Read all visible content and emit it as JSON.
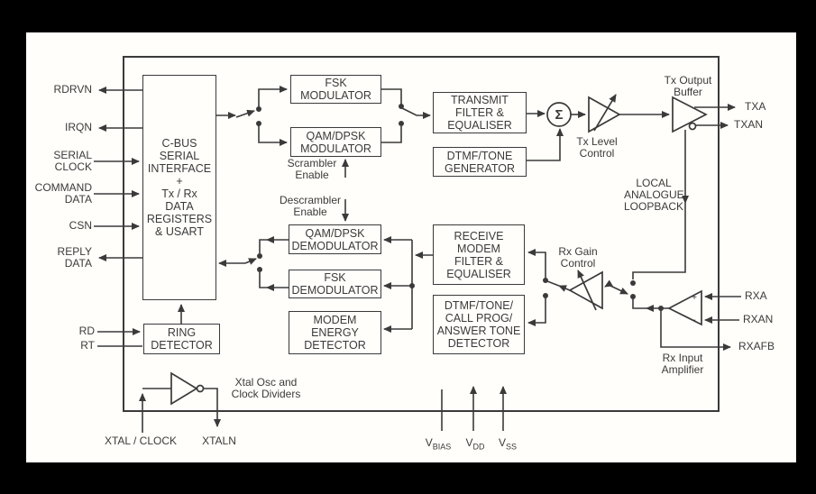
{
  "colors": {
    "background": "#000000",
    "paper": "#fffefa",
    "ink": "#3a3a3a"
  },
  "diagram": {
    "blocks": {
      "cbus": "C-BUS\nSERIAL\nINTERFACE\n+\nTx / Rx\nDATA\nREGISTERS\n& USART",
      "fsk_modulator": "FSK\nMODULATOR",
      "qam_modulator": "QAM/DPSK\nMODULATOR",
      "transmit_filter": "TRANSMIT\nFILTER &\nEQUALISER",
      "dtmf_generator": "DTMF/TONE\nGENERATOR",
      "qam_demodulator": "QAM/DPSK\nDEMODULATOR",
      "fsk_demodulator": "FSK\nDEMODULATOR",
      "energy_detector": "MODEM\nENERGY\nDETECTOR",
      "receive_filter": "RECEIVE\nMODEM\nFILTER &\nEQUALISER",
      "tone_detector": "DTMF/TONE/\nCALL PROG/\nANSWER TONE\nDETECTOR",
      "ring_detector": "RING\nDETECTOR"
    },
    "pins_left": {
      "rdrvn": "RDRVN",
      "irqn": "IRQN",
      "serial_clock": "SERIAL\nCLOCK",
      "command_data": "COMMAND\nDATA",
      "csn": "CSN",
      "reply_data": "REPLY\nDATA",
      "rd": "RD",
      "rt": "RT"
    },
    "pins_right": {
      "txa": "TXA",
      "txan": "TXAN",
      "rxa": "RXA",
      "rxan": "RXAN",
      "rxafb": "RXAFB"
    },
    "pins_bottom": {
      "xtal_clock": "XTAL / CLOCK",
      "xtaln": "XTALN",
      "vbias": {
        "base": "V",
        "sub": "BIAS"
      },
      "vdd": {
        "base": "V",
        "sub": "DD"
      },
      "vss": {
        "base": "V",
        "sub": "SS"
      }
    },
    "annotations": {
      "scrambler_enable": "Scrambler\nEnable",
      "descrambler_enable": "Descrambler\nEnable",
      "tx_output_buffer": "Tx Output\nBuffer",
      "tx_level_control": "Tx Level\nControl",
      "local_loopback": "LOCAL\nANALOGUE\nLOOPBACK",
      "rx_gain_control": "Rx Gain\nControl",
      "rx_input_amplifier": "Rx Input\nAmplifier",
      "xtal_osc": "Xtal Osc and\nClock Dividers",
      "sigma": "Σ",
      "opamp_plus": "+",
      "opamp_minus": "-"
    }
  }
}
